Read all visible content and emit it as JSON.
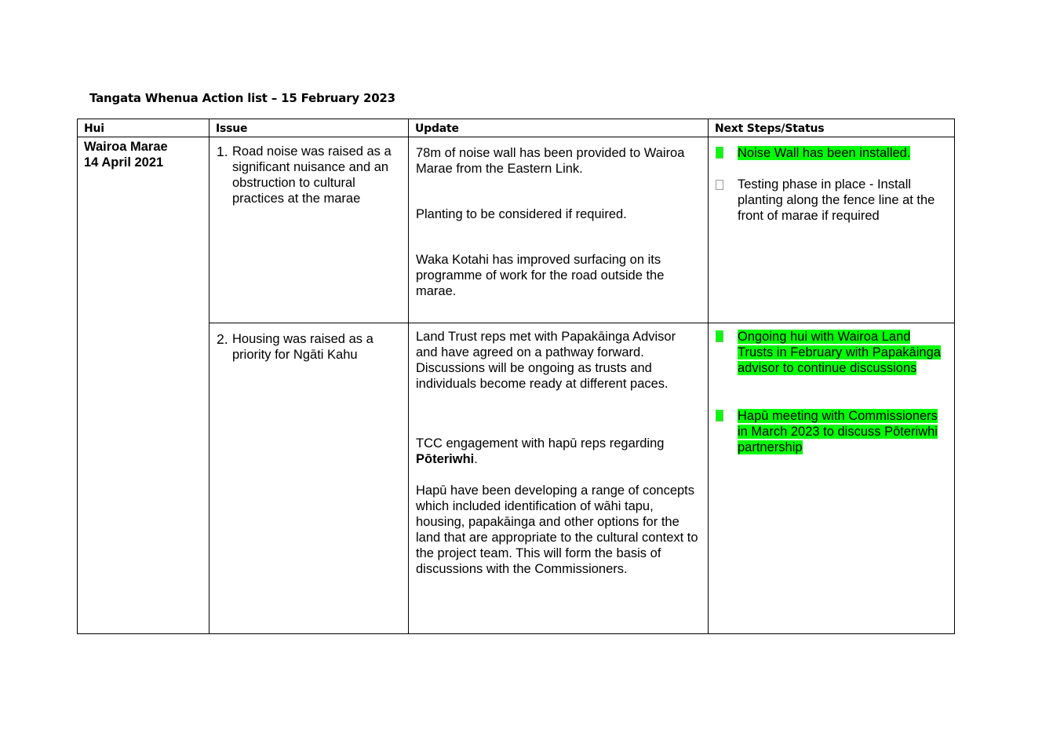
{
  "document": {
    "title": "Tangata Whenua Action list – 15 February 2023"
  },
  "table": {
    "headers": {
      "hui": "Hui",
      "issue": "Issue",
      "update": "Update",
      "next_steps": "Next Steps/Status"
    },
    "hui": {
      "name": "Wairoa Marae",
      "date": "14 April 2021"
    },
    "rows": [
      {
        "issue_number": "1.",
        "issue": "Road noise was raised as a significant nuisance and an obstruction to cultural practices at the marae",
        "updates": [
          "78m of noise wall has been provided to Wairoa Marae from the Eastern Link.",
          "Planting to be considered if required.",
          "Waka Kotahi has improved surfacing on its programme of work for the road outside the marae."
        ],
        "steps": [
          {
            "text": "Noise Wall has been installed.",
            "highlighted": true
          },
          {
            "text": "Testing phase in place - Install planting along the fence line at the front of marae if required",
            "highlighted": false
          }
        ]
      },
      {
        "issue_number": "2.",
        "issue": "Housing was raised as a priority for Ngāti Kahu",
        "updates": [
          "Land Trust reps met with Papakāinga Advisor and have agreed on a pathway forward. Discussions will be ongoing as trusts and individuals become ready at different paces.",
          "TCC engagement with hapū reps regarding ",
          "Pōteriwhi",
          ".",
          "Hapū have been developing a range of concepts which included identification of wāhi tapu, housing, papakāinga and other options for the land that are appropriate to the cultural context to the project team. This will form the basis of discussions with the Commissioners."
        ],
        "steps": [
          {
            "text": "Ongoing hui with Wairoa Land Trusts in February with Papakāinga advisor to continue discussions",
            "highlighted": true
          },
          {
            "text": "Hapū meeting with Commissioners in March 2023 to discuss Pōteriwhi partnership",
            "highlighted": true
          }
        ]
      }
    ]
  },
  "colors": {
    "highlight": "#00ff00",
    "border": "#000000"
  }
}
